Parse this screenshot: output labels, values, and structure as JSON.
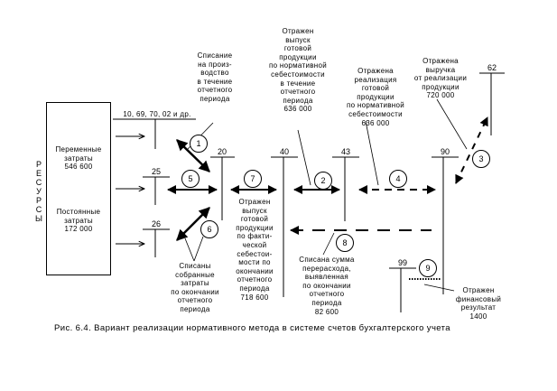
{
  "resources_label": "Р\nЕ\nС\nУ\nР\nС\nЫ",
  "box": {
    "variable": "Переменные\nзатраты\n546   600",
    "fixed": "Постоянные\nзатраты\n172   000"
  },
  "accounts": {
    "a_misc": "10, 69, 70, 02 и др.",
    "a20": "20",
    "a25": "25",
    "a26": "26",
    "a40": "40",
    "a43": "43",
    "a90": "90",
    "a62": "62",
    "a99": "99"
  },
  "circles": [
    "1",
    "2",
    "3",
    "4",
    "5",
    "6",
    "7",
    "8",
    "9"
  ],
  "annotations": {
    "n1": "Списание\nна   произ-\nводство\nв   течение\nотчетного\nпериода",
    "n2": "Отражен\nвыпуск\nготовой\nпродукции\nпо   нормативной\nсебестоимости\nв   течение\nотчетного\nпериода\n636   000",
    "n4": "Отражена\nреализация\nготовой\nпродукции\nпо   нормативной\nсебестоимости\n636   000",
    "n3": "Отражена\nвыручка\nот   реализации\nпродукции\n720   000",
    "n6": "Списаны\nсобранные\nзатраты\nпо   окончании\nотчетного\nпериода",
    "n7": "Отражен\nвыпуск\nготовой\nпродукции\nпо   факти-\nческой\nсебестои-\nмости   по\nокончании\nотчетного\nпериода\n718   600",
    "n8": "Списана   сумма\nперерасхода,\nвыявленная\nпо   окончании\nотчетного\nпериода\n82   600",
    "n9": "Отражен\nфинансовый\nрезультат\n1400"
  },
  "caption": "Рис. 6.4. Вариант реализации нормативного метода в системе счетов бухгалтерского учета"
}
